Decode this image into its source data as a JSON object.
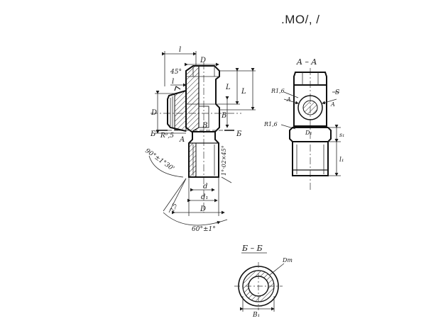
{
  "header": {
    "text": ".MO/, /"
  },
  "section_titles": {
    "aa": "A – A",
    "bb": "Б – Б"
  },
  "labels": {
    "L": "L",
    "D": "D",
    "l": "l",
    "deg45": "45°",
    "R05": "R⁰,5",
    "A": "A",
    "B": "Б",
    "B_right": "Б",
    "B_dim": "B",
    "B_small": "B",
    "L_right": "L",
    "angle90": "90°±1°30'",
    "chamfer": "1°·02×45°",
    "d": "d",
    "d1": "d₁",
    "D_bottom": "D",
    "angle60": "60°±1°",
    "r25": "2,5",
    "R16_top": "R1,6",
    "R16_bot": "R1,6",
    "S": "S",
    "A_arrow_l": "A",
    "A_arrow_r": "A",
    "D1": "D₁",
    "s1": "s₁",
    "l1": "l₁",
    "l_sec": "l",
    "Dt": "Dт",
    "B1": "B₁"
  }
}
